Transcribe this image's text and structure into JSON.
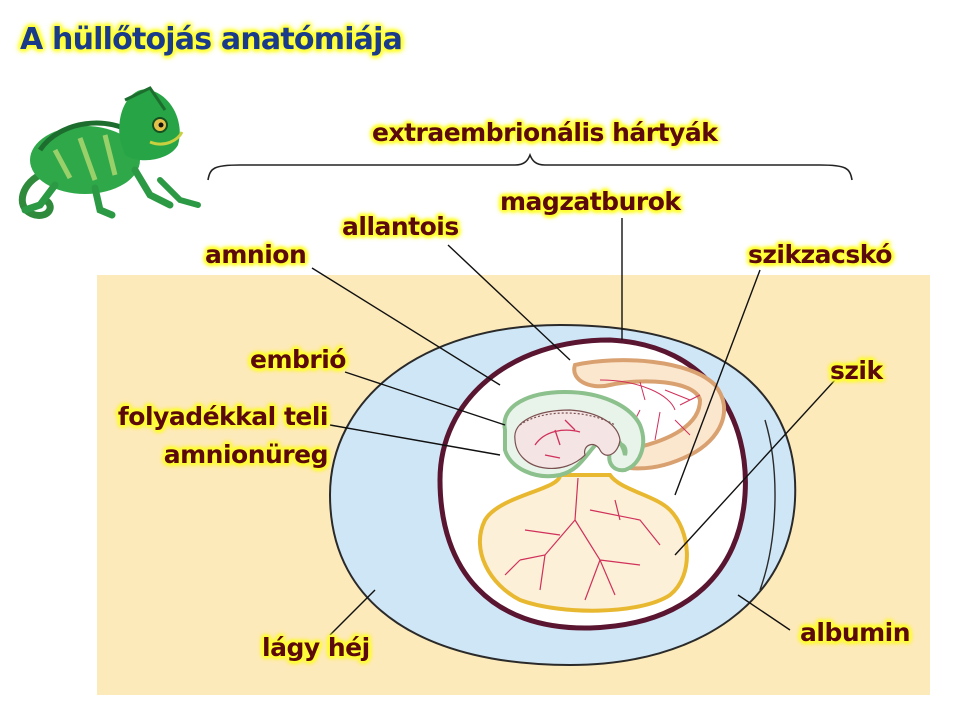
{
  "title": "A hüllőtojás anatómiája",
  "labels": {
    "extraembryonic": "extraembrionális hártyák",
    "chorion": "magzatburok",
    "allantois": "allantois",
    "amnion": "amnion",
    "yolk_sac": "szikzacskó",
    "embryo": "embrió",
    "yolk": "szik",
    "amnion_cavity_1": "folyadékkal teli",
    "amnion_cavity_2": "amnionüreg",
    "shell": "lágy héj",
    "albumin": "albumin"
  },
  "colors": {
    "background_panel": "#fdeaba",
    "albumin": "#cfe6f6",
    "chorion": "#5a1530",
    "allantois": "#d9a070",
    "yolk_sac": "#e8b830",
    "amnion": "#8cc08c",
    "vessels": "#d0305a",
    "label_text": "#5a0a0a",
    "label_glow": "#ffff33",
    "title_text": "#1a3a8a"
  }
}
